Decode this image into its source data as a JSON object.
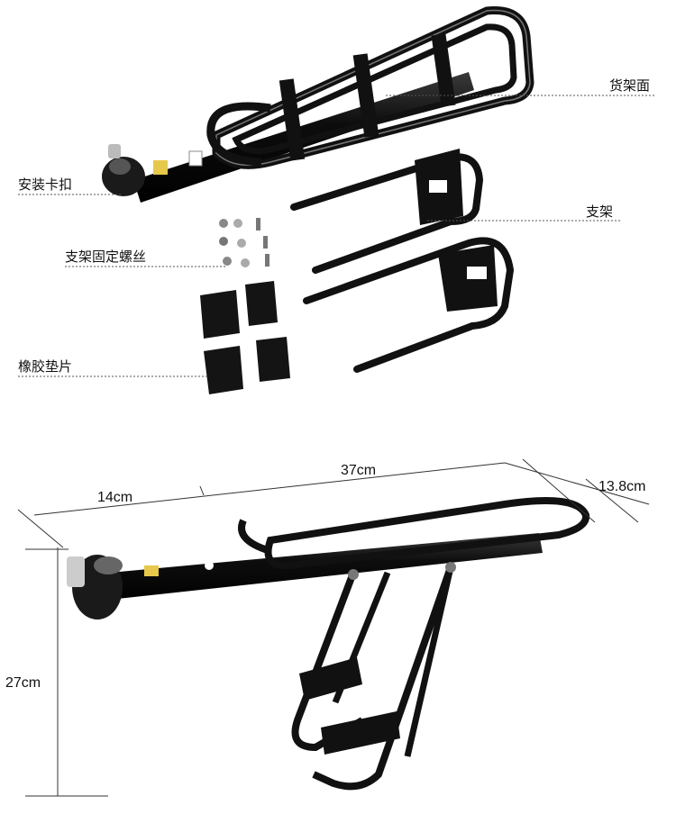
{
  "parts": {
    "rack_surface": "货架面",
    "mount_clamp": "安装卡扣",
    "support_strut": "支架",
    "strut_screws": "支架固定螺丝",
    "rubber_pads": "橡胶垫片"
  },
  "dimensions": {
    "length": "37cm",
    "clamp_offset": "14cm",
    "width": "13.8cm",
    "height": "27cm"
  },
  "colors": {
    "metal": "#151515",
    "highlight": "#6b6b6b",
    "leader_line": "#555555"
  }
}
